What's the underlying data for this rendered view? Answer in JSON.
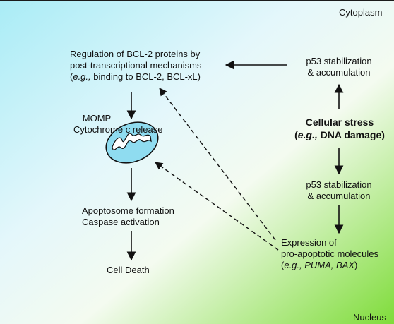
{
  "compartments": {
    "cytoplasm": "Cytoplasm",
    "nucleus": "Nucleus"
  },
  "colors": {
    "cytoplasm_gradient_start": "#a9ecf6",
    "nucleus_gradient_end": "#7fdc3a",
    "mitochondrion_fill": "#8fdcf0",
    "arrow": "#111111"
  },
  "nodes": {
    "bcl2_regulation": {
      "line1": "Regulation of BCL-2 proteins by",
      "line2": "post-transcriptional mechanisms",
      "line3_open": "(",
      "line3_eg": "e.g.,",
      "line3_rest": " binding to BCL-2, BCL-xL)"
    },
    "p53_top": {
      "line1": "p53 stabilization",
      "line2": "& accumulation"
    },
    "cellular_stress": {
      "line1": "Cellular stress",
      "line2_open": "(",
      "line2_eg": "e.g.,",
      "line2_rest": " DNA damage)"
    },
    "momp": {
      "line1": "MOMP",
      "line2": "Cytochrome c release"
    },
    "mitochondrion_icon": "mitochondrion",
    "p53_bottom": {
      "line1": "p53 stabilization",
      "line2": "& accumulation"
    },
    "apoptosome": {
      "line1": "Apoptosome formation",
      "line2": "Caspase activation"
    },
    "pro_apoptotic": {
      "line1": "Expression of",
      "line2": "pro-apoptotic molecules",
      "line3_open": "(",
      "line3_eg": "e.g., PUMA, BAX",
      "line3_close": ")"
    },
    "cell_death": "Cell Death"
  }
}
